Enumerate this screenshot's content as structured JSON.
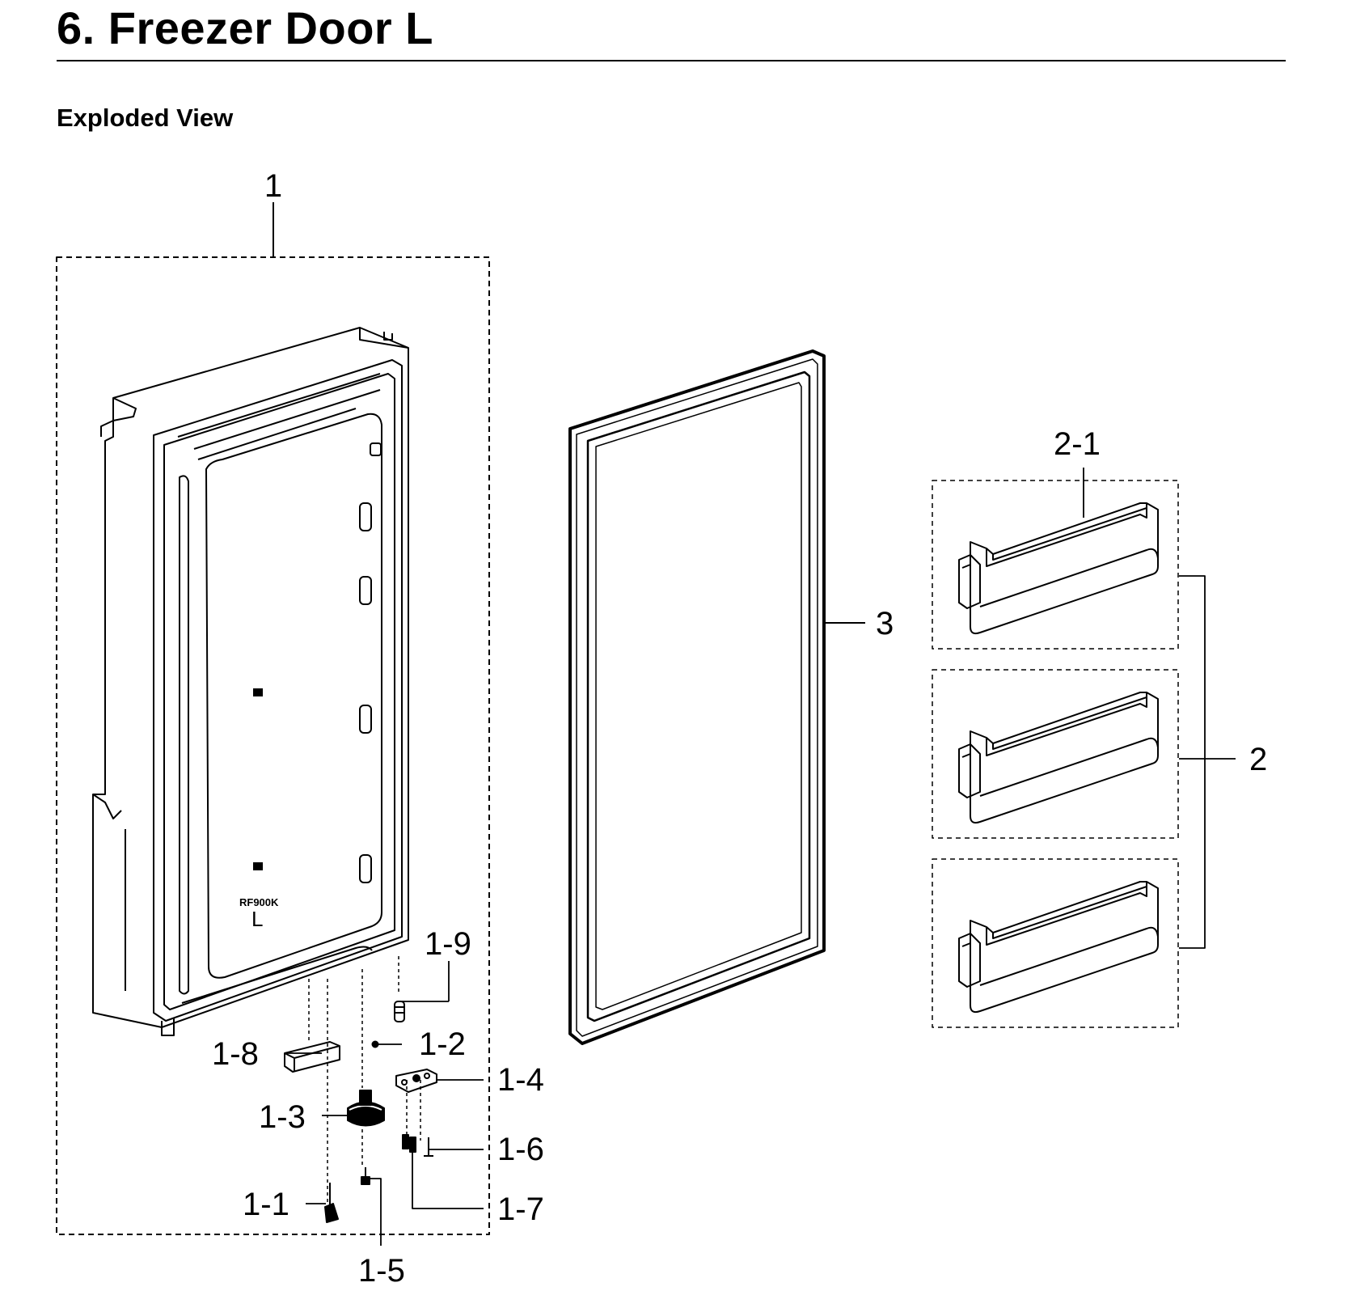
{
  "header": {
    "title": "6.  Freezer Door L",
    "section": "Exploded View"
  },
  "door_marking": {
    "model": "RF900K",
    "side": "L"
  },
  "callouts": {
    "c1": "1",
    "c1_1": "1-1",
    "c1_2": "1-2",
    "c1_3": "1-3",
    "c1_4": "1-4",
    "c1_5": "1-5",
    "c1_6": "1-6",
    "c1_7": "1-7",
    "c1_8": "1-8",
    "c1_9": "1-9",
    "c2": "2",
    "c2_1": "2-1",
    "c3": "3"
  }
}
